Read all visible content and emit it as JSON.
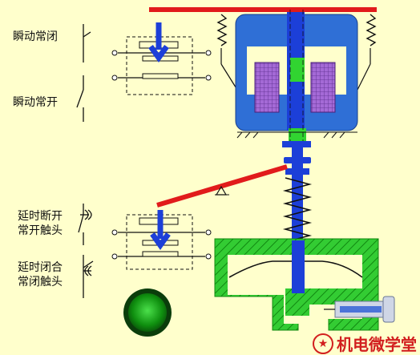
{
  "labels": {
    "instant_nc": "瞬动常闭",
    "instant_no": "瞬动常开",
    "delay_open_no_line1": "延时断开",
    "delay_open_no_line2": "常开触头",
    "delay_close_nc_line1": "延时闭合",
    "delay_close_nc_line2": "常闭触头"
  },
  "brand": {
    "icon": "star-circle-icon",
    "text": "机电微学堂"
  },
  "colors": {
    "background": "#ffffcc",
    "coil_housing": "#2f6fd6",
    "coil_winding": "#a46ad6",
    "armature": "#31d431",
    "lever": "#e11b1b",
    "pneumatic_housing": "#33cc33",
    "push_rod": "#1c3fd8",
    "button_green": "#17a317"
  }
}
